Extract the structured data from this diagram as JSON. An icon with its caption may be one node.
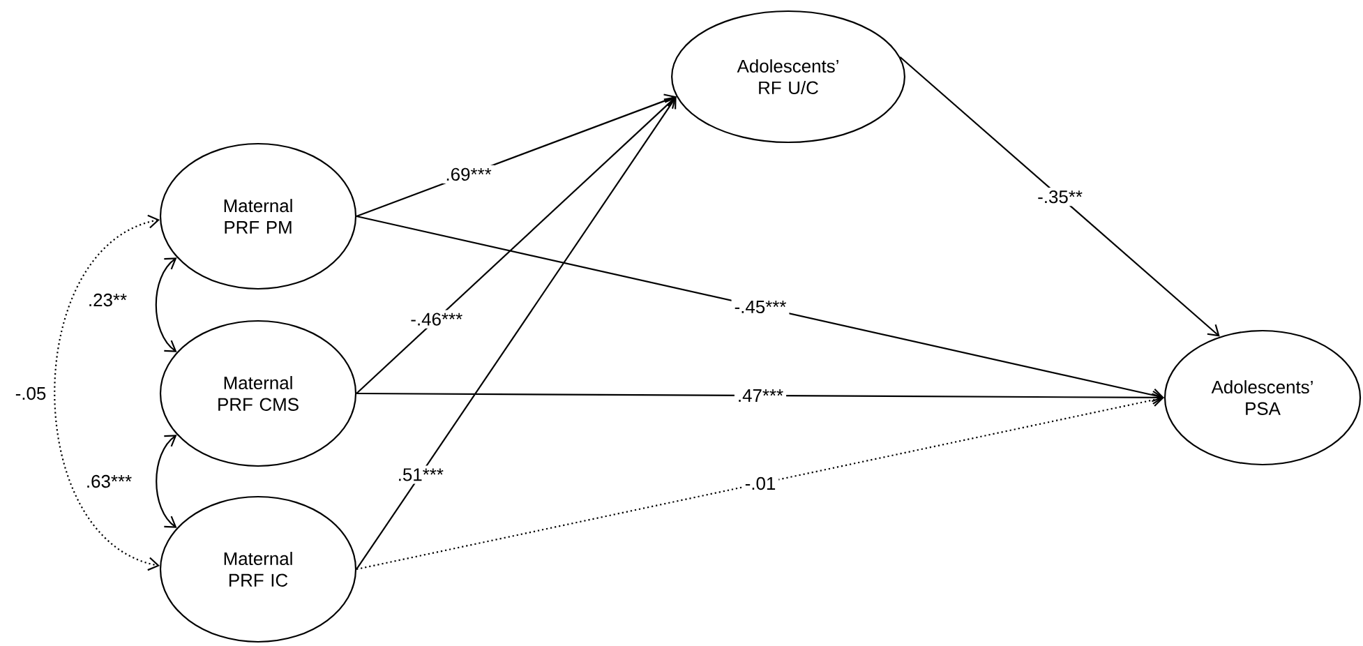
{
  "diagram": {
    "nodes": [
      {
        "text": [
          "Adolescents’ RF U/C"
        ]
      },
      {
        "text": [
          "Maternal PRF PM"
        ]
      },
      {
        "text": [
          "Maternal PRF CMS"
        ]
      },
      {
        "text": [
          "Maternal PRF IC"
        ]
      },
      {
        "text": [
          "Adolescents’ PSA"
        ]
      }
    ],
    "edges": [
      {
        "from": 1,
        "to": 0,
        "arrow": "to",
        "label": ".69***"
      },
      {
        "from": 2,
        "to": 0,
        "arrow": "to",
        "label": "-.46***"
      },
      {
        "from": 3,
        "to": 0,
        "arrow": "to",
        "label": ".51***"
      },
      {
        "from": 1,
        "to": 4,
        "arrow": "to",
        "label": "-.45***"
      },
      {
        "from": 2,
        "to": 4,
        "arrow": "to",
        "label": ".47***"
      },
      {
        "from": 3,
        "to": 4,
        "arrow": "to",
        "label": "-.01",
        "style": "dashed"
      },
      {
        "from": 0,
        "to": 4,
        "arrow": "to",
        "label": "-.35**"
      },
      {
        "from": 1,
        "to": 2,
        "arrow": "both",
        "label": ".23**"
      },
      {
        "from": 2,
        "to": 3,
        "arrow": "both",
        "label": ".63***"
      },
      {
        "from": 1,
        "to": 3,
        "arrow": "both",
        "label": "-.05",
        "style": "dashed"
      }
    ]
  }
}
